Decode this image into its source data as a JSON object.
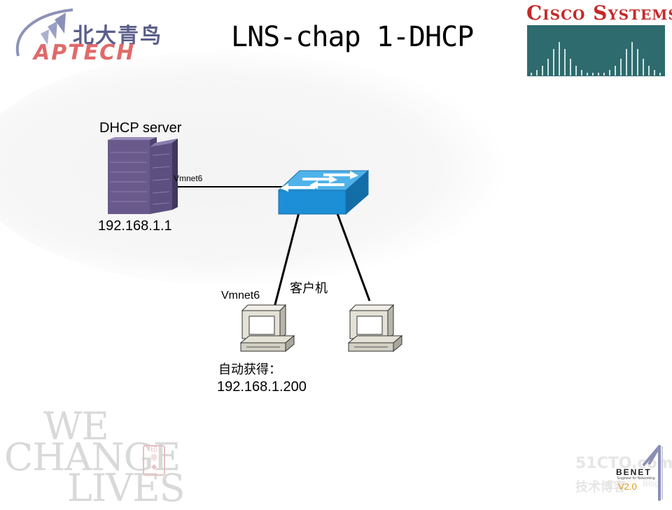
{
  "slide": {
    "title": "LNS-chap 1-DHCP"
  },
  "logos": {
    "aptech_chinese": "北大青鸟",
    "aptech_english": "APTECH",
    "cisco_wordmark": "Cisco Systems",
    "benet_name": "BENET",
    "benet_tagline": "Engineer for Networking",
    "benet_version": "V2.0"
  },
  "watermarks": {
    "we_change_lives": [
      "WE",
      "CHANGE",
      "LIVES"
    ],
    "site_51cto": "51CTO.com",
    "site_51cto_cn": "技术博客",
    "site_51cto_blog": "Blog"
  },
  "diagram": {
    "server": {
      "heading": "DHCP server",
      "ip": "192.168.1.1",
      "link_label": "Vmnet6"
    },
    "client_left": {
      "link_label": "Vmnet6",
      "ip_note": "自动获得：",
      "ip": "192.168.1.200"
    },
    "clients_label": "客户机"
  },
  "colors": {
    "switch_blue": "#1c8fd6",
    "server_purple": "#6a5a8c",
    "pc_beige": "#e4e2d6",
    "cisco_red": "#c62828",
    "cisco_teal": "#2e6b6e"
  }
}
